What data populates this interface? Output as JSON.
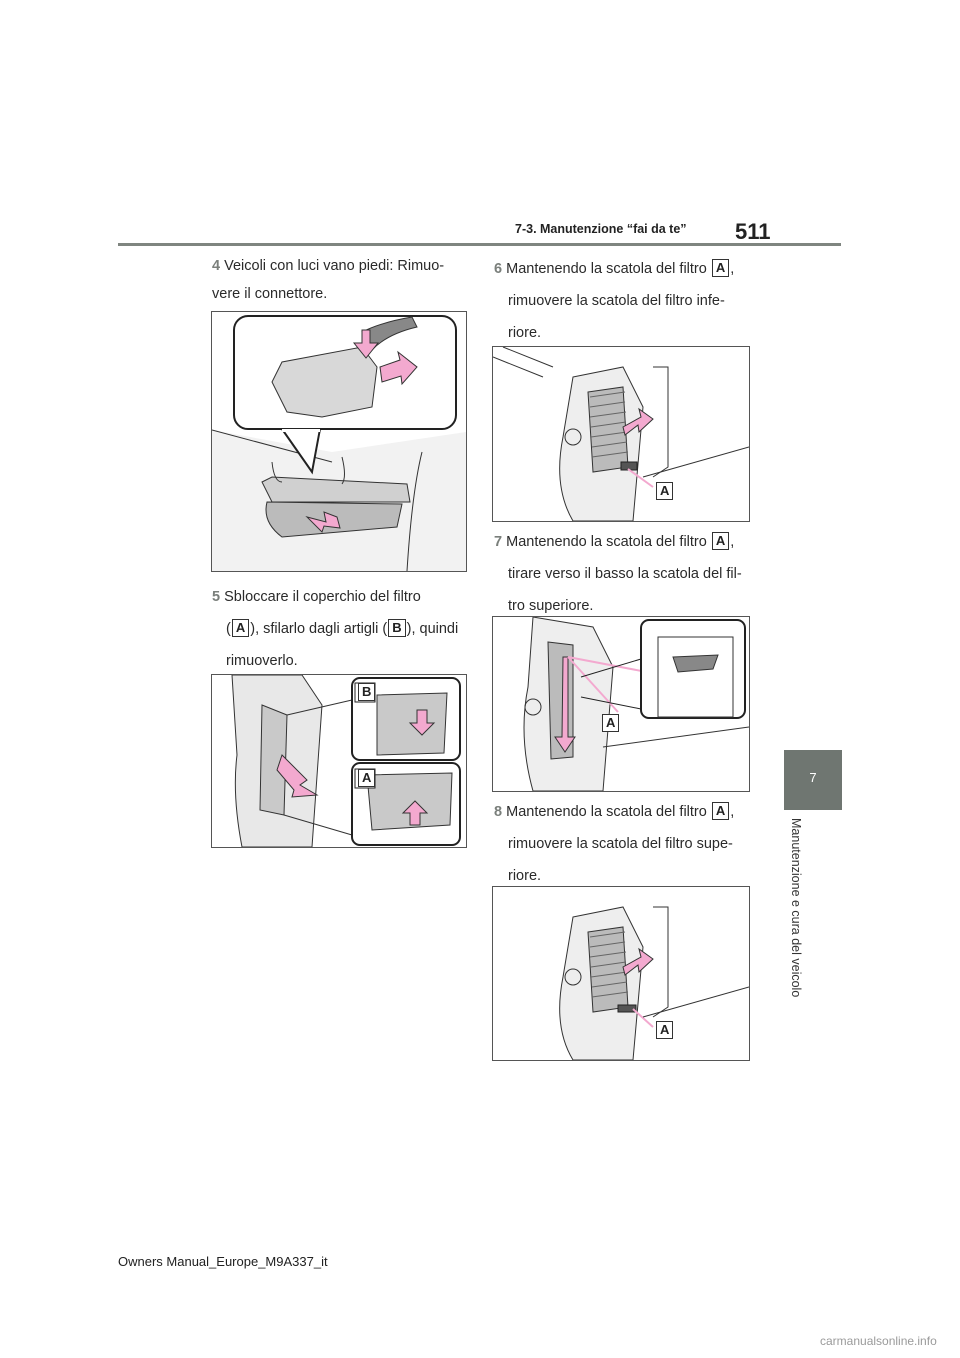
{
  "header": {
    "section": "7-3. Manutenzione “fai da te”",
    "page_number": "511"
  },
  "side_tab": {
    "chapter_number": "7",
    "chapter_title": "Manutenzione e cura del veicolo"
  },
  "steps": [
    {
      "number": "4",
      "text": "Veicoli con luci vano piedi: Rimuo-vere il connettore."
    },
    {
      "number": "5",
      "line1": "Sbloccare il coperchio del filtro",
      "line2_a": "(",
      "label_a": "A",
      "line2_b": "), sfilarlo dagli artigli (",
      "label_b": "B",
      "line2_c": "), quindi",
      "line3": "rimuoverlo."
    },
    {
      "number": "6",
      "line1": "Mantenendo la scatola del filtro",
      "label": "A",
      "comma": ",",
      "line2": "rimuovere la scatola del filtro infe-",
      "line3": "riore."
    },
    {
      "number": "7",
      "line1": "Mantenendo la scatola del filtro",
      "label": "A",
      "comma": ",",
      "line2": "tirare verso il basso la scatola del fil-",
      "line3": "tro superiore."
    },
    {
      "number": "8",
      "line1": "Mantenendo la scatola del filtro",
      "label": "A",
      "comma": ",",
      "line2": "rimuovere la scatola del filtro supe-",
      "line3": "riore."
    }
  ],
  "figure_labels": {
    "fig5_b": "B",
    "fig5_a": "A",
    "fig6_a": "A",
    "fig7_a": "A",
    "fig8_a": "A"
  },
  "footer": {
    "text": "Owners Manual_Europe_M9A337_it"
  },
  "watermark": {
    "text": "carmanualsonline.info"
  },
  "colors": {
    "arrow": "#f3a9cf",
    "tab": "#6f7671",
    "rule": "#7f8580",
    "figure_bg": "#c9c9c9"
  }
}
